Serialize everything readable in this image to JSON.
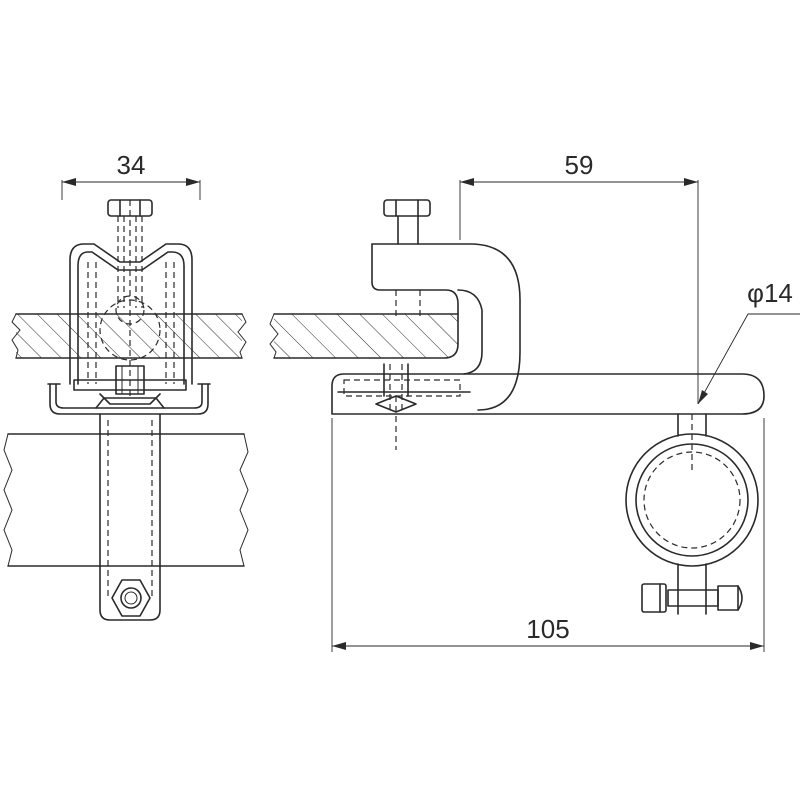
{
  "dimensions": {
    "front_width": "34",
    "side_offset": "59",
    "pipe_diameter": "φ14",
    "total_length": "105"
  },
  "colors": {
    "line": "#2a2a2a",
    "background": "#ffffff"
  }
}
